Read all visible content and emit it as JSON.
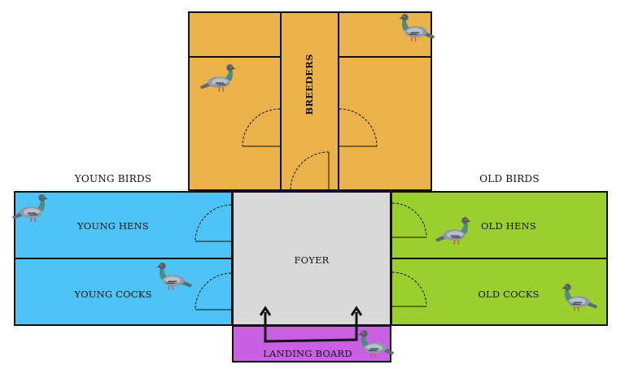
{
  "colors": {
    "breeders": "#EBB24C",
    "young": "#4EC3F5",
    "foyer": "#D9D9D9",
    "old": "#9BCF2D",
    "landing": "#C95FE3",
    "line": "#111111"
  },
  "labels": {
    "breeders": "BREEDERS",
    "young_birds": "YOUNG BIRDS",
    "old_birds": "OLD BIRDS",
    "young_hens": "YOUNG HENS",
    "young_cocks": "YOUNG COCKS",
    "foyer": "FOYER",
    "old_hens": "OLD HENS",
    "old_cocks": "OLD COCKS",
    "landing_board": "LANDING BOARD"
  },
  "icons": [
    "pigeon-icon",
    "door-swing-icon",
    "arrow-up-icon"
  ]
}
